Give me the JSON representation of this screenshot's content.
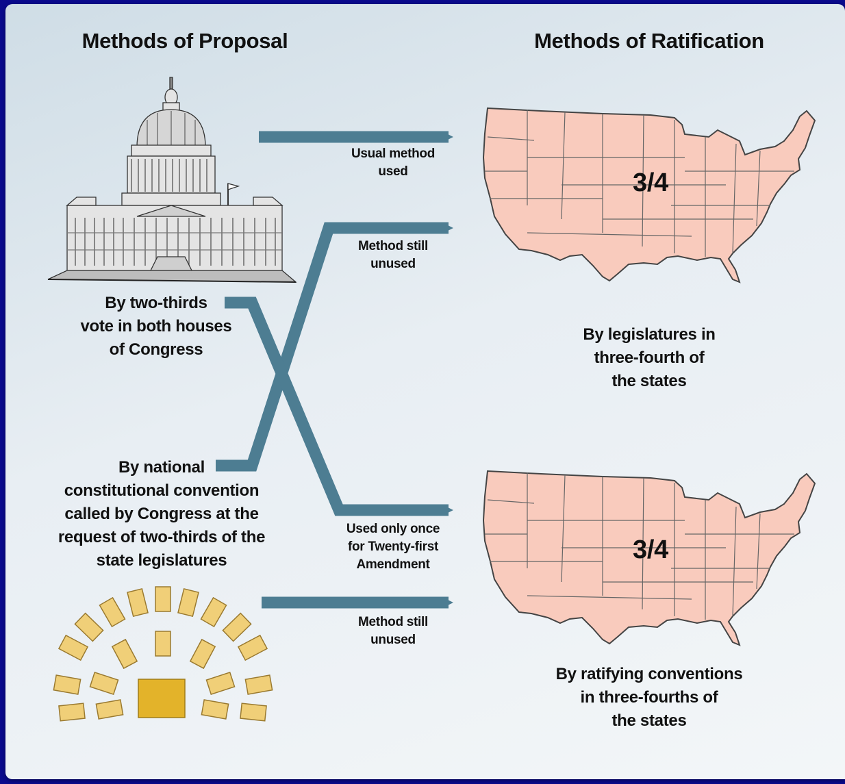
{
  "headings": {
    "proposal": "Methods of Proposal",
    "ratification": "Methods of Ratification"
  },
  "proposal_methods": [
    {
      "text": "By two-thirds\nvote in both houses\nof Congress",
      "icon": "capitol-building-icon"
    },
    {
      "text": "By national\nconstitutional convention\ncalled by Congress at the\nrequest of two-thirds of the\nstate legislatures",
      "icon": "convention-seating-icon"
    }
  ],
  "ratification_methods": [
    {
      "text": "By legislatures in\nthree-fourth of\nthe states",
      "fraction": "3/4",
      "map_color": "#f9cbbd",
      "icon": "us-map-icon"
    },
    {
      "text": "By ratifying conventions\nin three-fourths of\nthe states",
      "fraction": "3/4",
      "map_color": "#f3e3c4",
      "icon": "us-map-icon"
    }
  ],
  "arrow_labels": [
    "Usual method\nused",
    "Method still\nunused",
    "Used only once\nfor Twenty-first\nAmendment",
    "Method still\nunused"
  ],
  "colors": {
    "arrow": "#4d7d92",
    "seat": "#f0cf78",
    "center_seat": "#e3b32a",
    "background": "#0a0a8c"
  }
}
